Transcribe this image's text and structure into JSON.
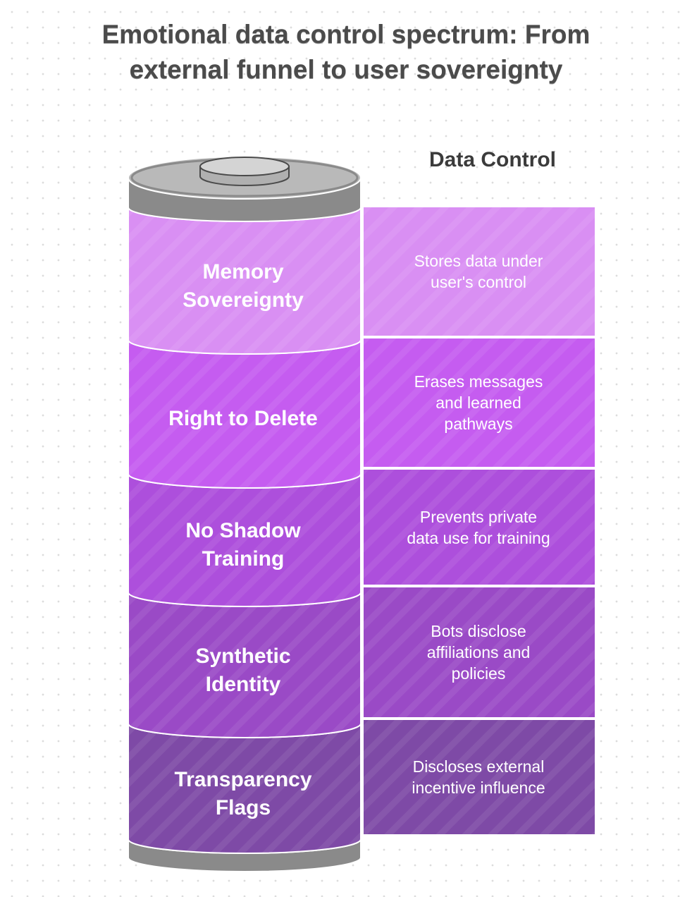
{
  "title_lines": [
    "Emotional data control spectrum: From",
    "external funnel to user sovereignty"
  ],
  "column_header": "Data Control",
  "layers": [
    {
      "label": "Memory\nSovereignty",
      "description": "Stores data under\nuser's control",
      "color": "#d98ff3"
    },
    {
      "label": "Right to Delete",
      "description": "Erases messages\nand learned\npathways",
      "color": "#c55cf0"
    },
    {
      "label": "No Shadow\nTraining",
      "description": "Prevents private\ndata use for training",
      "color": "#ad4fdc"
    },
    {
      "label": "Synthetic\nIdentity",
      "description": "Bots disclose\naffiliations and\npolicies",
      "color": "#9a4ac6"
    },
    {
      "label": "Transparency\nFlags",
      "description": "Discloses external\nincentive influence",
      "color": "#7e4aa6"
    }
  ],
  "colors": {
    "cap": "#8a8a8a",
    "cap_top": "#b9b9b9",
    "cap_button": "#c6c6c6",
    "outline": "#ffffff"
  }
}
